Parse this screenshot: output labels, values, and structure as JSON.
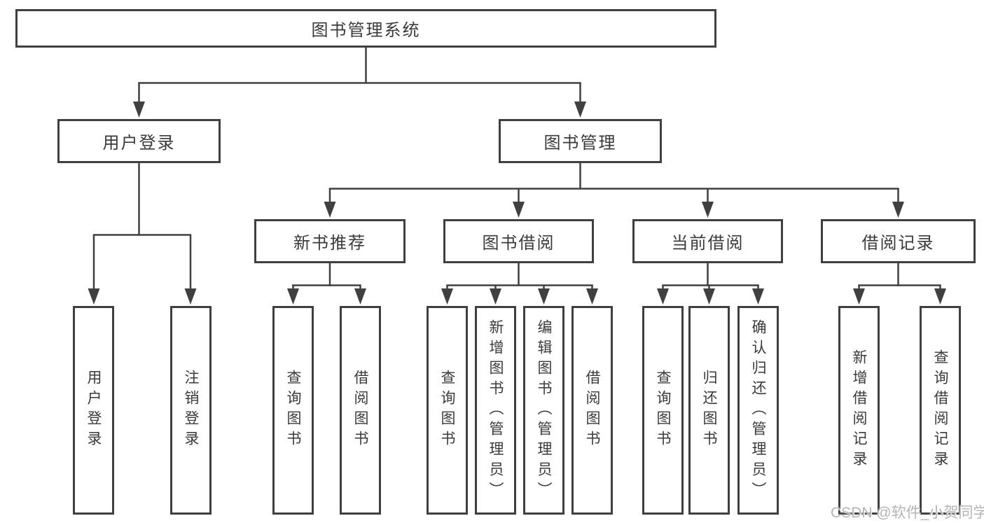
{
  "diagram": {
    "root": {
      "label": "图书管理系统"
    },
    "level2": [
      {
        "label": "用户登录"
      },
      {
        "label": "图书管理"
      }
    ],
    "level3": [
      {
        "label": "新书推荐"
      },
      {
        "label": "图书借阅"
      },
      {
        "label": "当前借阅"
      },
      {
        "label": "借阅记录"
      }
    ],
    "leaves": {
      "user_login": [
        {
          "label": "用户登录"
        },
        {
          "label": "注销登录"
        }
      ],
      "new_book_recommend": [
        {
          "label": "查询图书"
        },
        {
          "label": "借阅图书"
        }
      ],
      "book_borrow": [
        {
          "label": "查询图书"
        },
        {
          "label": "新增图书（管理员）"
        },
        {
          "label": "编辑图书（管理员）"
        },
        {
          "label": "借阅图书"
        }
      ],
      "current_borrow": [
        {
          "label": "查询图书"
        },
        {
          "label": "归还图书"
        },
        {
          "label": "确认归还（管理员）"
        }
      ],
      "borrow_records": [
        {
          "label": "新增借阅记录"
        },
        {
          "label": "查询借阅记录"
        }
      ]
    },
    "watermark": "CSDN @软件_小贺同学",
    "colors": {
      "line": "#404040",
      "text": "#3a3a3a",
      "background": "#ffffff",
      "watermark": "#b5b5b5"
    }
  }
}
